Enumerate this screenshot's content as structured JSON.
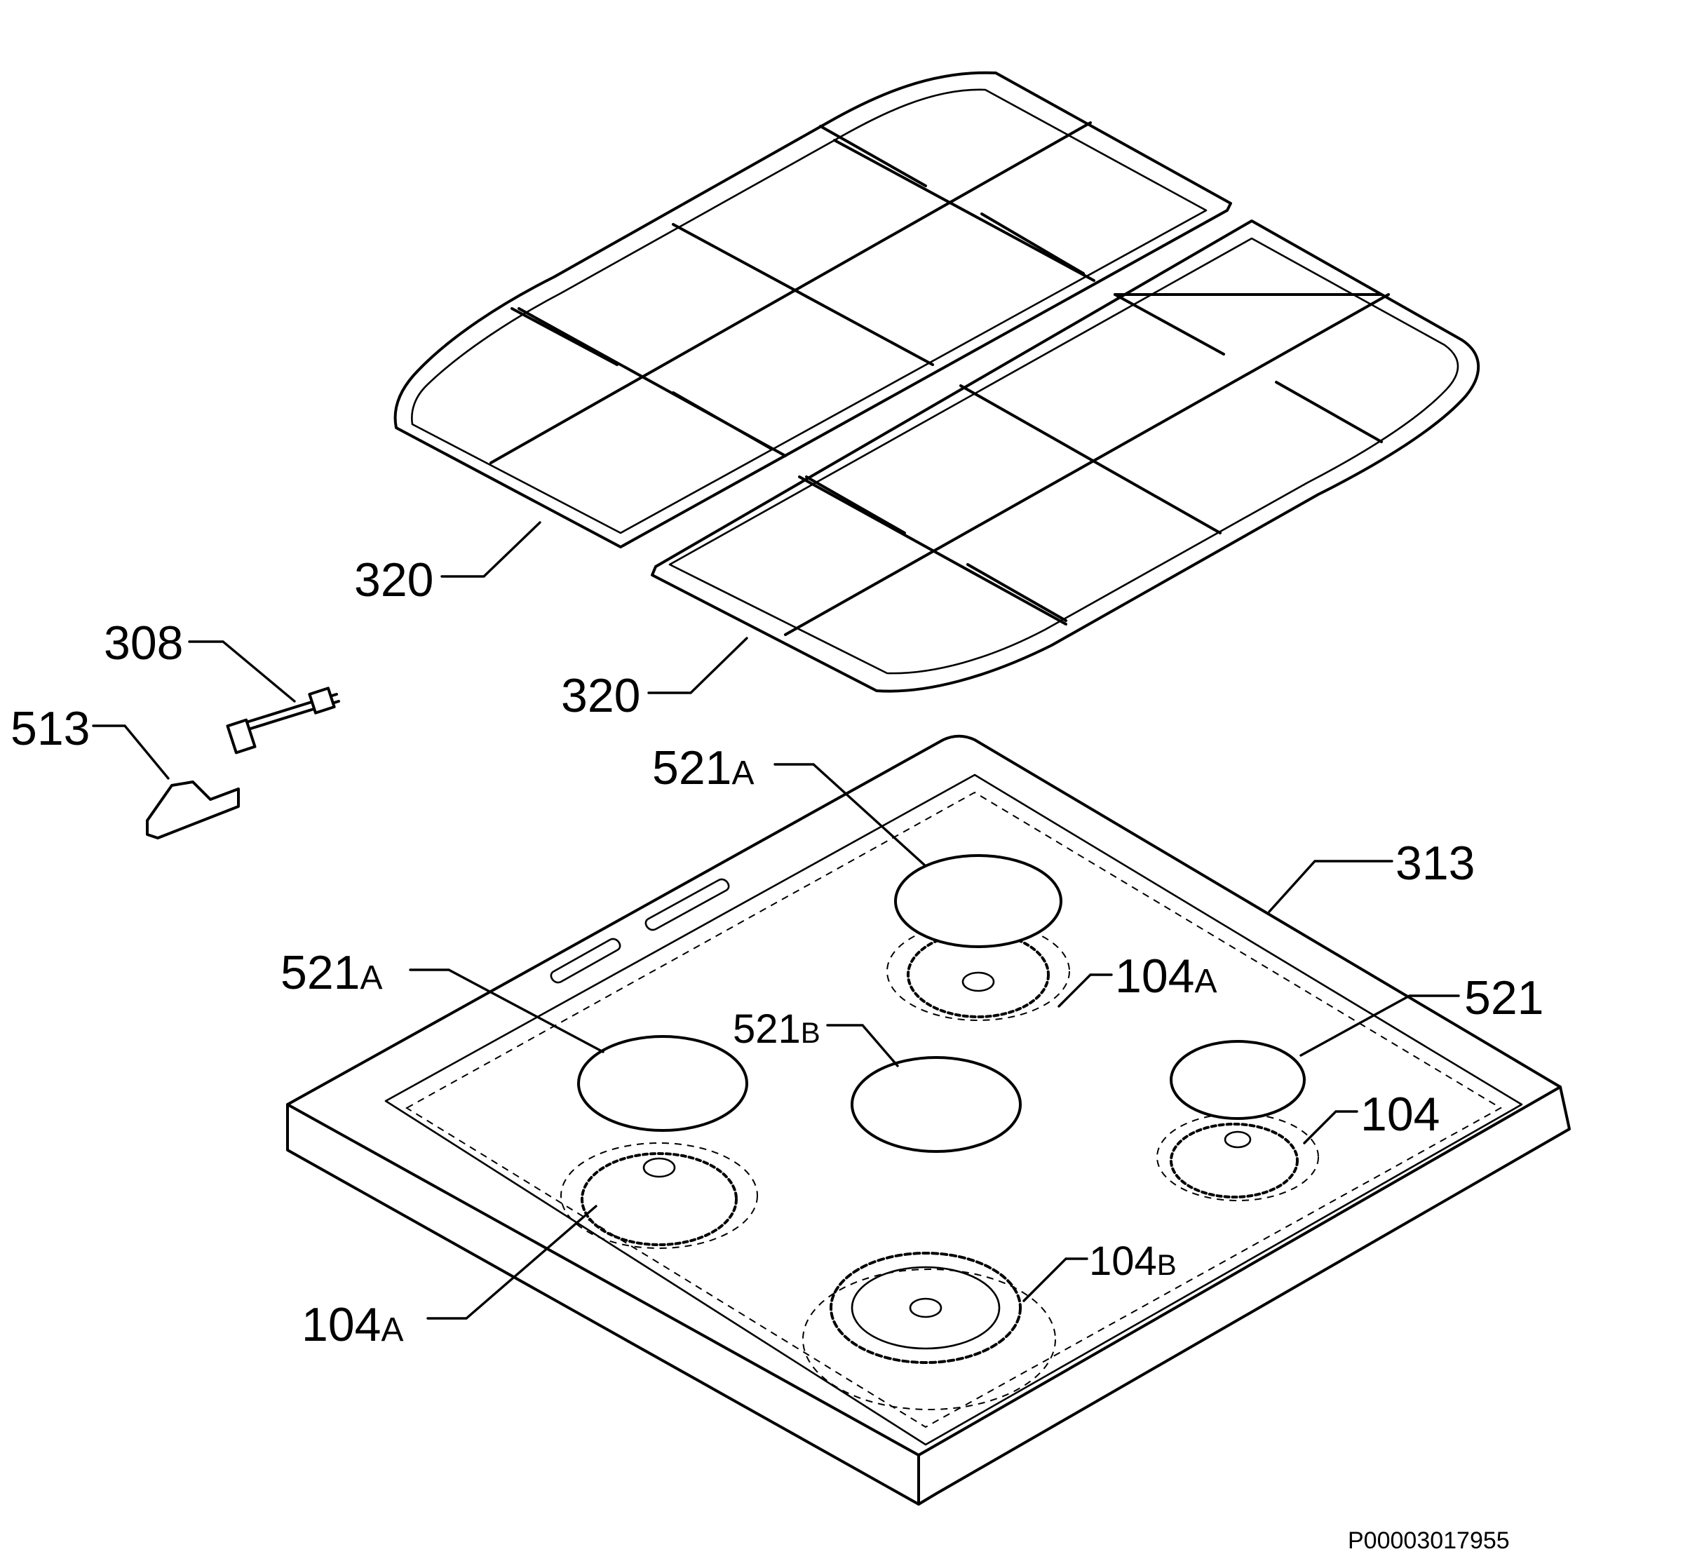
{
  "diagram": {
    "reference_code": "P00003017955",
    "callouts": [
      {
        "id": "320-top",
        "number": "320",
        "suffix": ""
      },
      {
        "id": "320-bottom",
        "number": "320",
        "suffix": ""
      },
      {
        "id": "308",
        "number": "308",
        "suffix": ""
      },
      {
        "id": "513",
        "number": "513",
        "suffix": ""
      },
      {
        "id": "521a-top",
        "number": "521",
        "suffix": "A"
      },
      {
        "id": "313",
        "number": "313",
        "suffix": ""
      },
      {
        "id": "521a-left",
        "number": "521",
        "suffix": "A"
      },
      {
        "id": "104a-right",
        "number": "104",
        "suffix": "A"
      },
      {
        "id": "521b",
        "number": "521",
        "suffix": "B"
      },
      {
        "id": "521",
        "number": "521",
        "suffix": ""
      },
      {
        "id": "104",
        "number": "104",
        "suffix": ""
      },
      {
        "id": "104b",
        "number": "104",
        "suffix": "B"
      },
      {
        "id": "104a-left",
        "number": "104",
        "suffix": "A"
      }
    ]
  }
}
